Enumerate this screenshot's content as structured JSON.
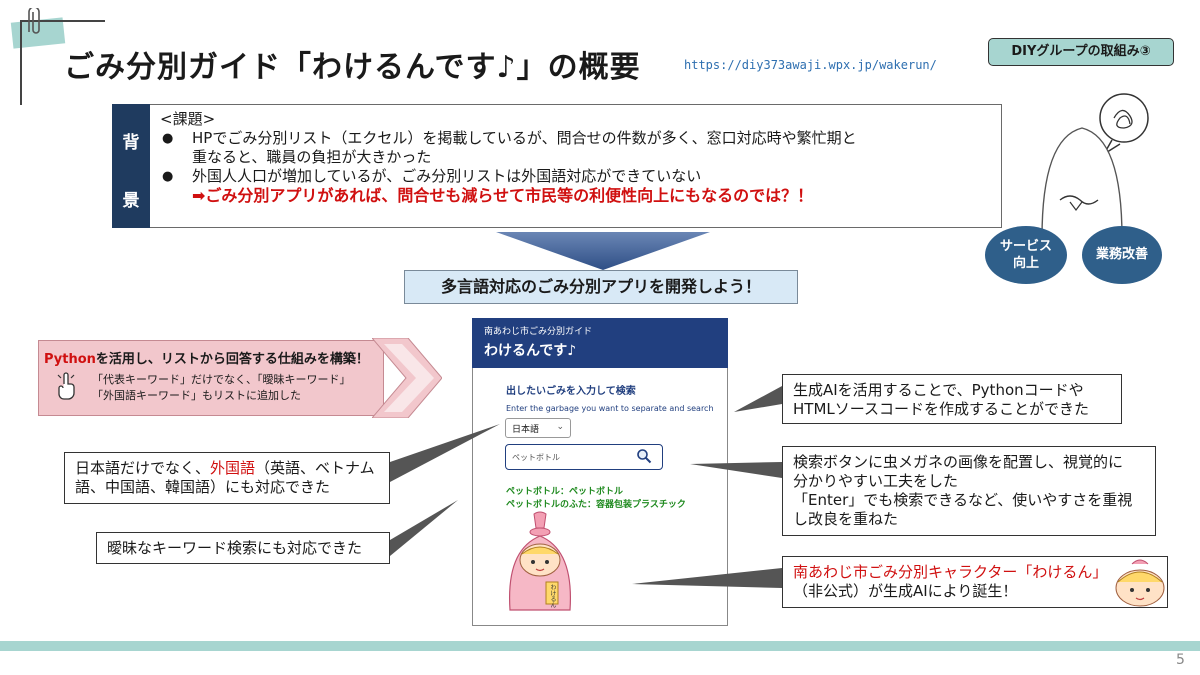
{
  "header": {
    "title": "ごみ分別ガイド「わけるんです♪」の概要",
    "url": "https://diy373awaji.wpx.jp/wakerun/",
    "badge": "DIYグループの取組み③"
  },
  "background": {
    "tab_top": "背",
    "tab_bottom": "景",
    "heading": "<課題>",
    "bullet1_line1": "HPでごみ分別リスト（エクセル）を掲載しているが、問合せの件数が多く、窓口対応時や繁忙期と",
    "bullet1_line2": "重なると、職員の負担が大きかった",
    "bullet2": "外国人人口が増加しているが、ごみ分別リストは外国語対応ができていない",
    "conclusion": "➡ごみ分別アプリがあれば、問合せも減らせて市民等の利便性向上にもなるのでは？！"
  },
  "goal": "多言語対応のごみ分別アプリを開発しよう！",
  "circles": {
    "service_line1": "サービス",
    "service_line2": "向上",
    "efficiency": "業務改善"
  },
  "python": {
    "head_red": "Python",
    "head_rest": "を活用し、リストから回答する仕組みを構築！",
    "body_line1": "「代表キーワード」だけでなく、「曖昧キーワード」",
    "body_line2": "「外国語キーワード」もリストに追加した"
  },
  "app": {
    "small_title": "南あわじ市ごみ分別ガイド",
    "large_title": "わけるんです♪",
    "prompt_ja": "出したいごみを入力して検索",
    "prompt_en": "Enter the garbage you want to separate and search",
    "language_value": "日本語",
    "search_value": "ペットボトル",
    "result1": "ペットボトル：ペットボトル",
    "result2": "ペットボトルのふた：容器包装プラスチック",
    "mascot_tag": "わけるん"
  },
  "callouts": {
    "ai_line1": "生成AIを活用することで、Pythonコードや",
    "ai_line2": "HTMLソースコードを作成することができた",
    "lang_pre": "日本語だけでなく、",
    "lang_red": "外国語",
    "lang_post": "（英語、ベトナム",
    "lang_line2": "語、中国語、韓国語）にも対応できた",
    "fuzzy": "曖昧なキーワード検索にも対応できた",
    "ux_line1": "検索ボタンに虫メガネの画像を配置し、視覚的に",
    "ux_line2": "分かりやすい工夫をした",
    "ux_line3": "「Enter」でも検索できるなど、使いやすさを重視",
    "ux_line4": "し改良を重ねた",
    "char_red": "南あわじ市ごみ分別キャラクター「わけるん」",
    "char_line2": "（非公式）が生成AIにより誕生！"
  },
  "page_number": "5",
  "colors": {
    "navy": "#1f3b5f",
    "teal": "#a7d5d0",
    "red": "#d01010",
    "pink": "#f2c7cc",
    "app_blue": "#213f7f"
  }
}
